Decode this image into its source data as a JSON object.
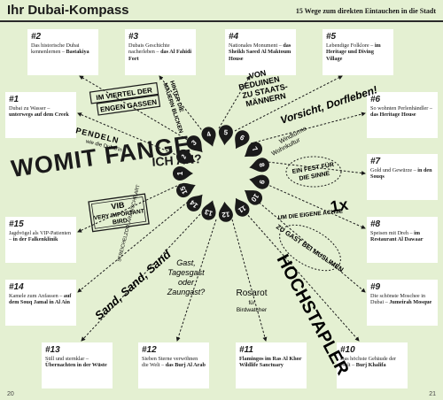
{
  "header": {
    "title": "Ihr Dubai-Kompass",
    "subtitle": "15 Wege zum direkten Eintauchen in die Stadt"
  },
  "cards": [
    {
      "num": "#1",
      "text": "Dubai zu Wasser –",
      "bold": "unterwegs auf dem Creek"
    },
    {
      "num": "#2",
      "text": "Das historische Dubai kennenlernen –",
      "bold": "Bastakiya"
    },
    {
      "num": "#3",
      "text": "Dubais Geschichte nacherleben –",
      "bold": "das Al Fahidi Fort"
    },
    {
      "num": "#4",
      "text": "Nationales Monument –",
      "bold": "das Sheikh Saeed Al Maktoum House"
    },
    {
      "num": "#5",
      "text": "Lebendige Folklore –",
      "bold": "im Heritage und Diving Village"
    },
    {
      "num": "#6",
      "text": "So wohnten Perlenhändler –",
      "bold": "das Heritage House"
    },
    {
      "num": "#7",
      "text": "Gold und Gewürze –",
      "bold": "in den Souqs"
    },
    {
      "num": "#8",
      "text": "Speisen mit Dreh –",
      "bold": "im Restaurant Al Dawaar"
    },
    {
      "num": "#9",
      "text": "Die schönste Moschee in Dubai –",
      "bold": "Jumeirah Mosque"
    },
    {
      "num": "#10",
      "text": "Das höchste Gebäude der Welt –",
      "bold": "Burj Khalifa"
    },
    {
      "num": "#11",
      "text": "",
      "bold": "Flamingos im Ras Al Khor Wildlife Sanctuary"
    },
    {
      "num": "#12",
      "text": "Sieben Sterne verwöhnen die Welt –",
      "bold": "das Burj Al Arab"
    },
    {
      "num": "#13",
      "text": "Still und sternklar –",
      "bold": "Übernachten in der Wüste"
    },
    {
      "num": "#14",
      "text": "Kamele zum Anfassen –",
      "bold": "auf dem Souq Jamal in Al Ain"
    },
    {
      "num": "#15",
      "text": "Jagdvögel als VIP-Patienten –",
      "bold": "in der Falkenklinik"
    }
  ],
  "center_numbers": [
    "1",
    "2",
    "3",
    "4",
    "5",
    "6",
    "7",
    "8",
    "9",
    "10",
    "11",
    "12",
    "13",
    "14",
    "15"
  ],
  "phrases": {
    "womit_a": "WOMIT FANGE",
    "womit_b": "ICH AN?",
    "viertel_a": "IM VIERTEL DER",
    "viertel_b": "ENGEN GASSEN",
    "mauern_a": "HINTER DIE",
    "mauern_b": "MAUERN BLICKEN",
    "beduinen_a": "VON",
    "beduinen_b": "BEDUINEN",
    "beduinen_c": "ZU STAATS-",
    "beduinen_d": "MÄNNERN",
    "vorsicht": "Vorsicht, Dorfleben!",
    "pendeln_a": "PENDELN",
    "pendeln_b": "wie die Dubai'in",
    "wohnkultur_a": "Wohnkultur",
    "wohnkultur_b": "Windtürme",
    "fest_a": "EIN FEST FÜR",
    "fest_b": "DIE SINNE",
    "vib_a": "VIB",
    "vib_b": "VERY IMPORTANT",
    "vib_c": "BIRD",
    "einsx": "1x",
    "achse": "UM DIE EIGENE ACHSE",
    "muslimen": "ZU GAST BEI MUSLIMEN",
    "streichel": "STREICHELZOO, ARABISCHE ART",
    "sand": "Sand, Sand, Sand",
    "tagesgast_a": "Gast,",
    "tagesgast_b": "Tagesgast",
    "tagesgast_c": "oder",
    "tagesgast_d": "Zaungast?",
    "rosarot_a": "Rosarot",
    "rosarot_b": "für",
    "rosarot_c": "Birdwatcher",
    "hochstapler": "HOCHSTAPLER"
  },
  "footer": {
    "left": "20",
    "right": "21"
  },
  "colors": {
    "background": "#e4f0d2",
    "ink": "#1a1a1a",
    "card": "#ffffff"
  }
}
